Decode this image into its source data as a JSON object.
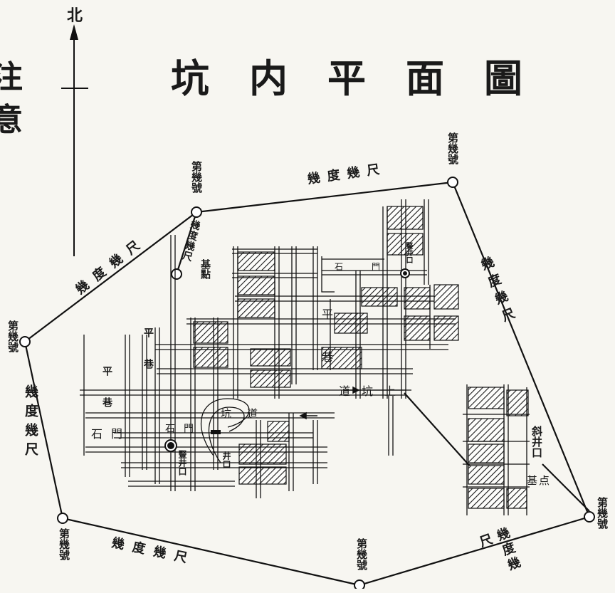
{
  "title": "坑内平面圖",
  "edge_text": [
    "注",
    "意"
  ],
  "north_label": "北",
  "stations": [
    {
      "id": "s_top_left",
      "label": "第幾號"
    },
    {
      "id": "s_top_right",
      "label": "第幾號"
    },
    {
      "id": "s_left",
      "label": "第幾號"
    },
    {
      "id": "s_bottom_left",
      "label": "第幾號"
    },
    {
      "id": "s_bottom_mid",
      "label": "第幾號"
    },
    {
      "id": "s_right",
      "label": "第幾號"
    }
  ],
  "bearings": [
    {
      "id": "b_top",
      "text": "幾度幾尺"
    },
    {
      "id": "b_upper_left",
      "text": "幾度幾尺"
    },
    {
      "id": "b_left",
      "text": "幾度幾尺"
    },
    {
      "id": "b_bottom_left",
      "text": "幾度幾尺"
    },
    {
      "id": "b_bottom_right",
      "text": "幾度幾尺"
    },
    {
      "id": "b_right",
      "text": "幾度幾尺"
    },
    {
      "id": "b_base",
      "text": "幾度幾尺"
    }
  ],
  "base_point_label": "基點",
  "map_labels": {
    "shaft_upper": "豎井口",
    "road_lane": [
      "平",
      "巷"
    ],
    "road_tunnel": "道坑上",
    "road_stone": "石門",
    "lane_left": "平巷",
    "lane_left2": "平巷",
    "stone_gate_left": "石門",
    "road_lower": "坑道",
    "shaft_lower": "豎井口",
    "inclined_shaft": "斜井口",
    "base_point_right": "基点",
    "shaft_small": "井口",
    "road_top": "石門"
  }
}
